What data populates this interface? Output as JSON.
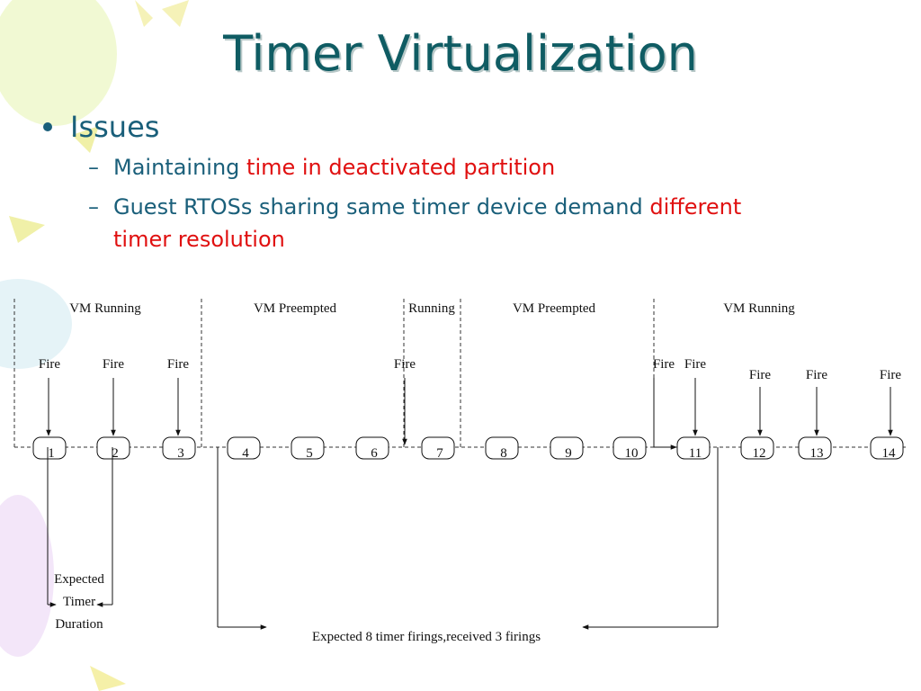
{
  "title": "Timer Virtualization",
  "bullet": "Issues",
  "sub1": {
    "a": "Maintaining ",
    "b": "time in deactivated partition"
  },
  "sub2": {
    "a": "Guest RTOSs sharing same timer device demand ",
    "b": "different",
    "c": "timer resolution"
  },
  "diagram": {
    "phases": [
      "VM Running",
      "VM Preempted",
      "Running",
      "VM Preempted",
      "VM Running"
    ],
    "fire_label": "Fire",
    "slots": [
      "1",
      "2",
      "3",
      "4",
      "5",
      "6",
      "7",
      "8",
      "9",
      "10",
      "11",
      "12",
      "13",
      "14"
    ],
    "expected_timer": [
      "Expected",
      "Timer",
      "Duration"
    ],
    "expected_firings": "Expected  8 timer firings,received 3 firings"
  },
  "colors": {
    "title": "#0f5c63",
    "text": "#1a5f7a",
    "highlight": "#e01010"
  }
}
